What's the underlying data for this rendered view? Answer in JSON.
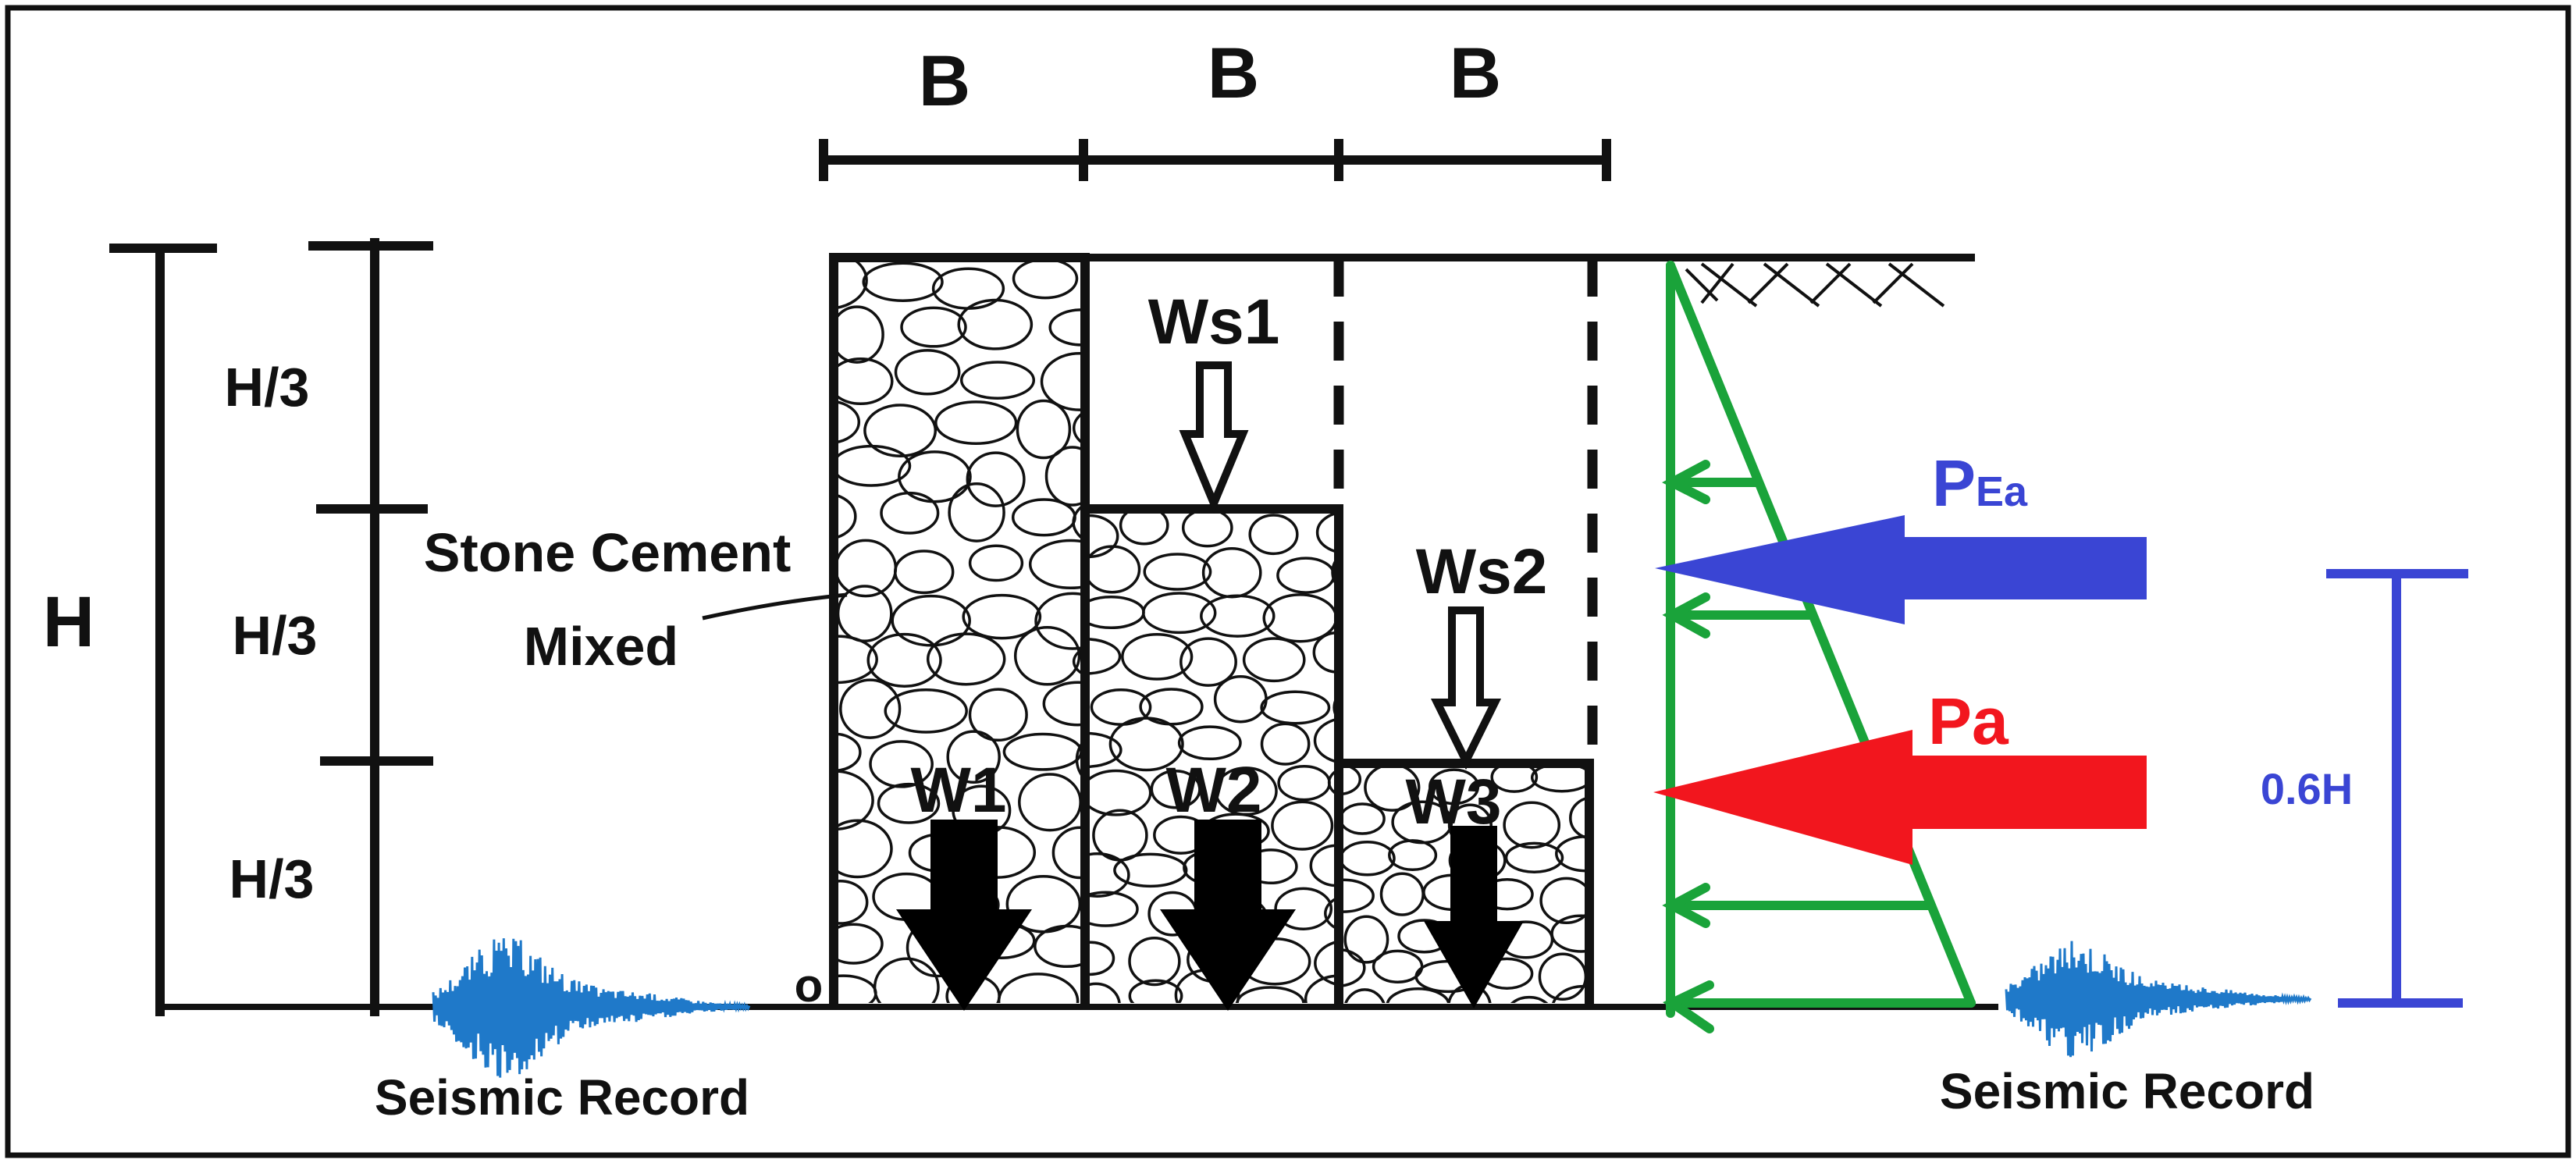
{
  "labels": {
    "b1": "B",
    "b2": "B",
    "b3": "B",
    "h": "H",
    "h3_top": "H/3",
    "h3_mid": "H/3",
    "h3_bot": "H/3",
    "stone_line1": "Stone Cement",
    "stone_line2": "Mixed",
    "ws1": "Ws1",
    "ws2": "Ws2",
    "w1": "W1",
    "w2": "W2",
    "w3": "W3",
    "origin": "o",
    "pea_main": "P",
    "pea_sub": "Ea",
    "pa": "Pa",
    "h06": "0.6H",
    "seismic_left": "Seismic Record",
    "seismic_right": "Seismic Record"
  },
  "colors": {
    "outline": "#111111",
    "pea_arrow": "#3a45d4",
    "pa_arrow": "#f2161e",
    "pressure_diagram": "#1aa33a",
    "seismic": "#1f79c9",
    "dimension_06h": "#3a45d4"
  },
  "icons": {
    "seismic_left": "seismic-waveform-icon",
    "seismic_right": "seismic-waveform-icon",
    "soil_hatch": "soil-hatch-icon"
  }
}
